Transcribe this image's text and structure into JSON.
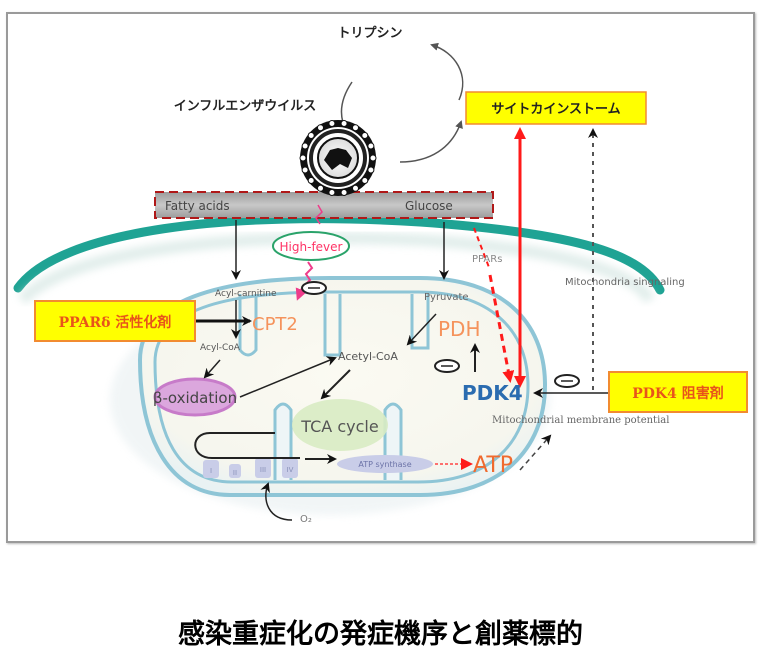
{
  "labels": {
    "trypsin": "トリプシン",
    "influenza_virus": "インフルエンザウイルス",
    "cytokine_storm": "サイトカインストーム",
    "fatty_acids": "Fatty acids",
    "glucose": "Glucose",
    "high_fever": "High-fever",
    "acyl_carnitine": "Acyl-carnitine",
    "acyl_coa": "Acyl-CoA",
    "cpt2": "CPT2",
    "beta_oxidation": "β-oxidation",
    "acetyl_coa": "Acetyl-CoA",
    "pyruvate": "Pyruvate",
    "pdh": "PDH",
    "pdk4": "PDK4",
    "ppars": "PPARs",
    "tca_cycle": "TCA cycle",
    "atp_synthase": "ATP synthase",
    "atp": "ATP",
    "o2": "O₂",
    "mito_signaling": "Mitochondria singnaling",
    "membrane_potential": "Mitochondrial membrane potential",
    "complex_1": "I",
    "complex_2": "II",
    "complex_3": "III",
    "complex_4": "IV"
  },
  "drug_boxes": {
    "ppar_delta_activator": "PPARδ 活性化剤",
    "pdk4_inhibitor": "PDK4 阻害剤"
  },
  "inhibit_symbol": "⊖",
  "caption": "感染重症化の発症機序と創薬標的",
  "colors": {
    "highlight_box": "#ffff00",
    "box_border": "#f28b30",
    "drug_text": "#e8541a",
    "membrane": "#1fa394",
    "mito_membrane": "#8ec5d6",
    "red_arrow": "#ff1a1a",
    "cpt2_pdh_text": "#f5935c",
    "pdk4_text": "#2b6cb0",
    "beta_ox": "#c77bc9",
    "tca": "#cfe6b5",
    "high_fever_text": "#ff3366",
    "high_fever_border": "#2aa36a"
  }
}
